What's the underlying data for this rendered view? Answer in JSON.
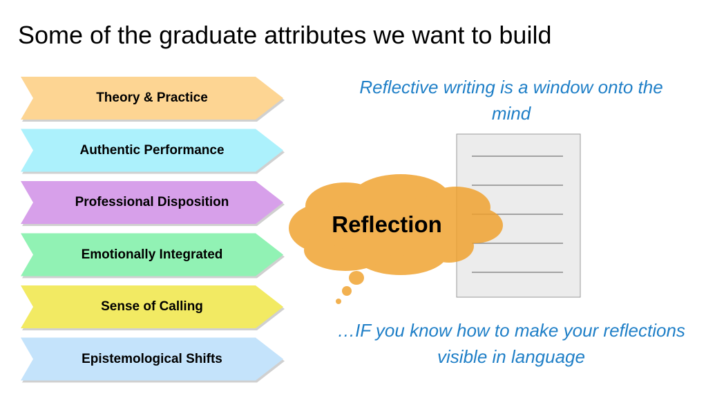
{
  "title": "Some of the graduate attributes we want to build",
  "attributes": [
    {
      "label": "Theory & Practice",
      "color": "#fdd593"
    },
    {
      "label": "Authentic Performance",
      "color": "#acf1fc"
    },
    {
      "label": "Professional Disposition",
      "color": "#d7a0ea"
    },
    {
      "label": "Emotionally Integrated",
      "color": "#91f2b4"
    },
    {
      "label": "Sense of Calling",
      "color": "#f2ea63"
    },
    {
      "label": "Epistemological Shifts",
      "color": "#c4e3fb"
    }
  ],
  "thought_cloud": {
    "label": "Reflection",
    "color": "#f0a02a"
  },
  "document_icon": "document-page-icon",
  "captions": {
    "top": "Reflective writing is a window onto the mind",
    "bottom": "…IF you know how to make your reflections visible in language"
  },
  "accent_color": "#1f7fc7"
}
